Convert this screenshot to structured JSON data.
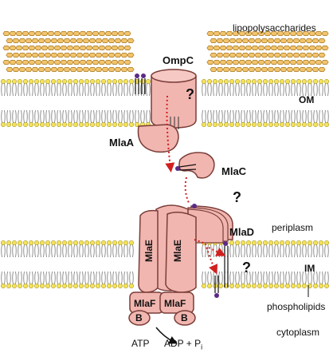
{
  "labels": {
    "lipopolysaccharides": "lipopolysaccharides",
    "ompc": "OmpC",
    "om": "OM",
    "mlaa": "MlaA",
    "mlac": "MlaC",
    "mlad": "MlaD",
    "periplasm": "periplasm",
    "im": "IM",
    "phospholipids": "phospholipids",
    "cytoplasm": "cytoplasm",
    "mlae_left": "MlaE",
    "mlae_right": "MlaE",
    "mlaf_left": "MlaF",
    "mlaf_right": "MlaF",
    "b_left": "B",
    "b_right": "B",
    "atp": "ATP",
    "adp_pi": "ADP + P",
    "pi_subscript": "i",
    "question_1": "?",
    "question_2": "?",
    "question_3": "?"
  },
  "colors": {
    "lps_fill": "#f2c46d",
    "lps_stroke": "#9a6a14",
    "lipid_head": "#f3e25b",
    "protein_fill": "#f2b6b0",
    "protein_stroke": "#7a3d38",
    "arrow_red": "#d21f1f",
    "purple_head": "#5b2a86",
    "membrane_fill": "#ffffff"
  }
}
